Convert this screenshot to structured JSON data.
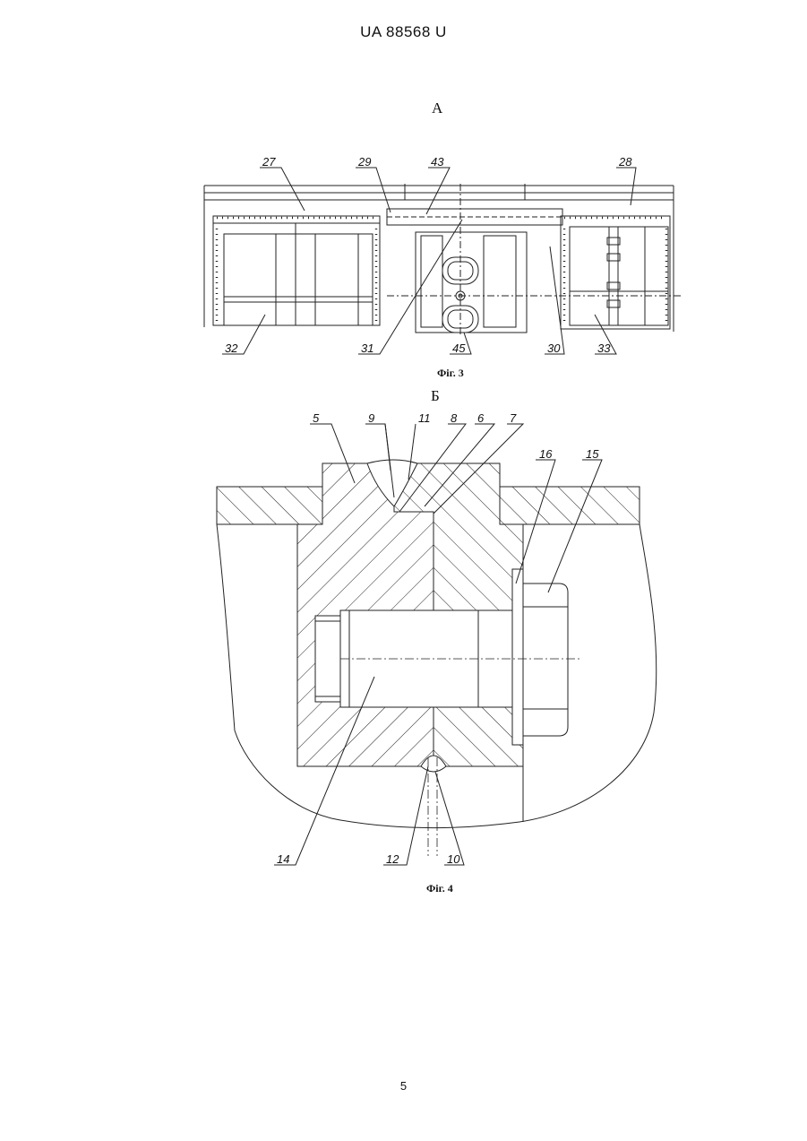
{
  "header": {
    "patent_number": "UA   88568   U"
  },
  "fig3": {
    "view_label": "A",
    "caption": "Фіг. 3",
    "callouts": [
      "27",
      "29",
      "43",
      "28",
      "32",
      "31",
      "45",
      "30",
      "33"
    ]
  },
  "fig4": {
    "view_label": "Б",
    "caption": "Фіг. 4",
    "callouts": [
      "5",
      "9",
      "11",
      "8",
      "6",
      "7",
      "16",
      "15",
      "14",
      "12",
      "10"
    ]
  },
  "footer": {
    "page_number": "5"
  }
}
